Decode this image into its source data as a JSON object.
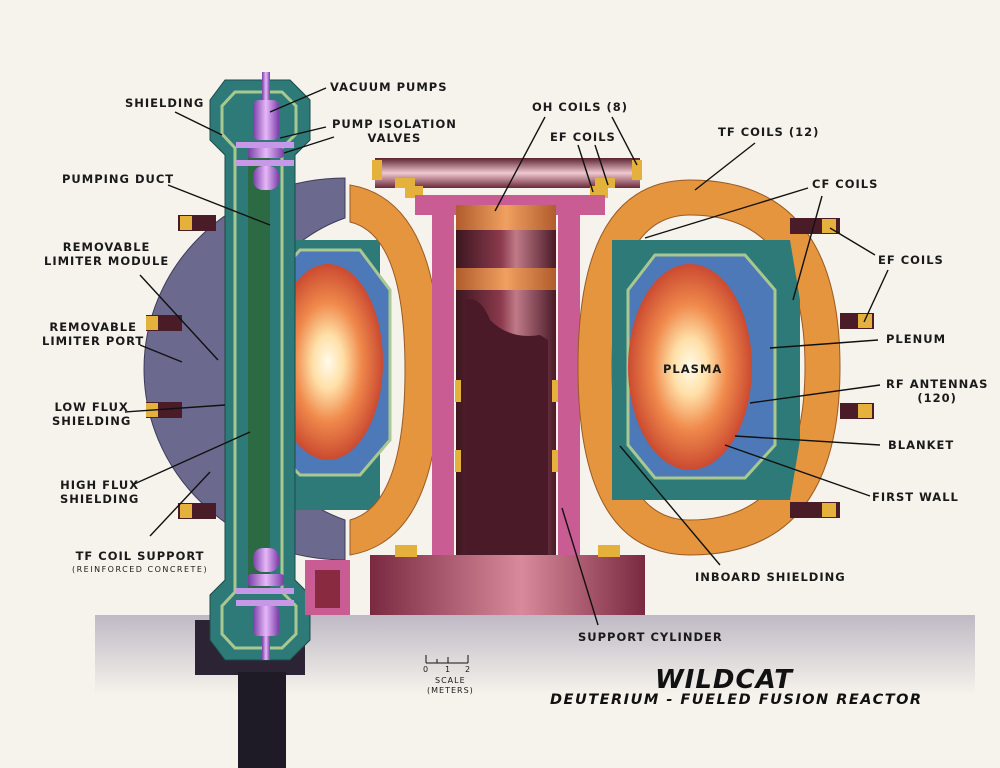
{
  "title": "WILDCAT",
  "subtitle": "DEUTERIUM - FUELED FUSION REACTOR",
  "scale": {
    "ticks": [
      "0",
      "1",
      "2"
    ],
    "label": "SCALE",
    "unit": "(METERS)"
  },
  "labels": {
    "shielding": "SHIELDING",
    "vacuum_pumps": "VACUUM PUMPS",
    "pump_isolation_valves_1": "PUMP ISOLATION",
    "pump_isolation_valves_2": "VALVES",
    "pumping_duct": "PUMPING DUCT",
    "removable_limiter_module_1": "REMOVABLE",
    "removable_limiter_module_2": "LIMITER MODULE",
    "removable_limiter_port_1": "REMOVABLE",
    "removable_limiter_port_2": "LIMITER PORT",
    "low_flux_shielding_1": "LOW FLUX",
    "low_flux_shielding_2": "SHIELDING",
    "high_flux_shielding_1": "HIGH FLUX",
    "high_flux_shielding_2": "SHIELDING",
    "tf_coil_support": "TF COIL SUPPORT",
    "tf_coil_support_note": "(REINFORCED CONCRETE)",
    "oh_coils": "OH COILS (8)",
    "ef_coils_top": "EF COILS",
    "tf_coils": "TF COILS (12)",
    "cf_coils": "CF COILS",
    "ef_coils_right": "EF COILS",
    "plenum": "PLENUM",
    "plasma": "PLASMA",
    "rf_antennas_1": "RF ANTENNAS",
    "rf_antennas_2": "(120)",
    "blanket": "BLANKET",
    "first_wall": "FIRST WALL",
    "inboard_shielding": "INBOARD SHIELDING",
    "support_cylinder": "SUPPORT CYLINDER"
  },
  "colors": {
    "background": "#f6f3ec",
    "plasma_core": "#fff6e0",
    "plasma_edge": "#c8402a",
    "tf_coil": "#e6953f",
    "shield_teal": "#2e7a78",
    "blanket_blue": "#4e79b8",
    "concrete": "#6a6a8c",
    "support_pink": "#c85c93",
    "central_maroon": "#6e2a38",
    "pump_violet": "#a86ad0",
    "duct_green": "#2c6a44",
    "coil_gold": "#e4b23c"
  }
}
